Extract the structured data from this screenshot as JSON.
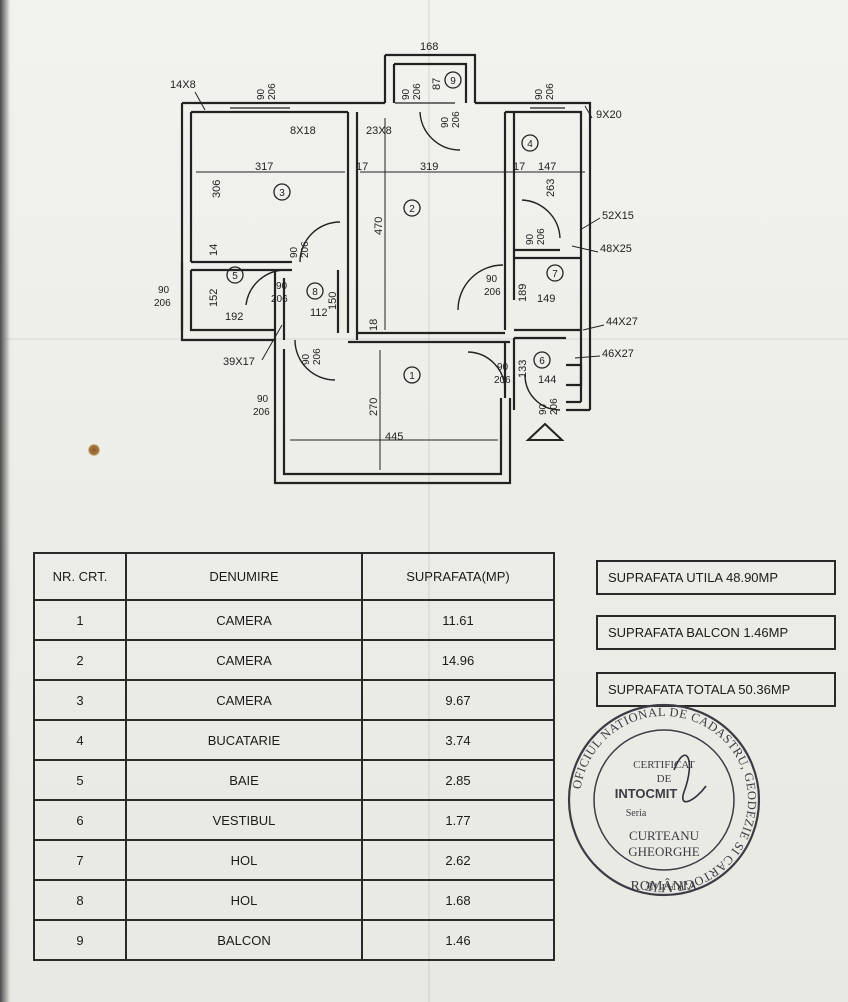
{
  "plan": {
    "dimensions": {
      "balcony_width": "168",
      "opening_left_top": "14X8",
      "door_top_1": "90\n206",
      "col_3_1": "8X18",
      "col_3_2": "23X8",
      "door_top_2": "90 206",
      "balcony_small": "87",
      "door_balcony": "90\n206",
      "door_top_kitchen": "90\n206",
      "opening_right_top": "9X20",
      "room3_width": "317",
      "wall_17a": "17",
      "room2_width": "319",
      "wall_17b": "17",
      "room4_width": "147",
      "room3_height": "306",
      "room2_height": "470",
      "room4_height": "263",
      "opening_52x15": "52X15",
      "opening_48x25": "48X25",
      "room3_wall": "14",
      "door_room3": "90\n206",
      "door_kitchen": "90\n206",
      "door_hall7": "90\n206",
      "room7_height": "189",
      "room7_width": "149",
      "door_bath_left": "90\n206",
      "room5_height": "152",
      "door_bath": "90\n206",
      "room8_height": "150",
      "room5_width": "192",
      "room8_width": "112",
      "wall_18": "18",
      "opening_44x27": "44X27",
      "opening_39x17": "39X17",
      "opening_46x27": "46X27",
      "door_hall8": "90\n206",
      "door_room1_right": "90\n206",
      "room6_height": "133",
      "room6_width": "144",
      "door_entry": "90\n206",
      "door_room1_left": "90\n206",
      "room1_height": "270",
      "room1_width": "445"
    },
    "room_numbers": [
      "1",
      "2",
      "3",
      "4",
      "5",
      "6",
      "7",
      "8",
      "9"
    ]
  },
  "table": {
    "headers": [
      "NR. CRT.",
      "DENUMIRE",
      "SUPRAFATA(MP)"
    ],
    "rows": [
      [
        "1",
        "CAMERA",
        "11.61"
      ],
      [
        "2",
        "CAMERA",
        "14.96"
      ],
      [
        "3",
        "CAMERA",
        "9.67"
      ],
      [
        "4",
        "BUCATARIE",
        "3.74"
      ],
      [
        "5",
        "BAIE",
        "2.85"
      ],
      [
        "6",
        "VESTIBUL",
        "1.77"
      ],
      [
        "7",
        "HOL",
        "2.62"
      ],
      [
        "8",
        "HOL",
        "1.68"
      ],
      [
        "9",
        "BALCON",
        "1.46"
      ]
    ]
  },
  "summary": {
    "utila": "SUPRAFATA UTILA 48.90MP",
    "balcon": "SUPRAFATA BALCON 1.46MP",
    "totala": "SUPRAFATA TOTALA  50.36MP"
  },
  "stamp": {
    "ring": "OFICIUL NATIONAL DE CADASTRU, GEODEZIE SI CARTOGRAFIE",
    "country": "ROMÂNIA",
    "line1": "CERTIFICAT",
    "line2": "DE",
    "line3": "INTOCMIT",
    "line4": "Seria",
    "line5": "CURTEANU",
    "line6": "GHEORGHE"
  },
  "colors": {
    "paper": "#eeeeea",
    "ink": "#1e1e1e",
    "stamp_ink": "#3c3c44"
  }
}
